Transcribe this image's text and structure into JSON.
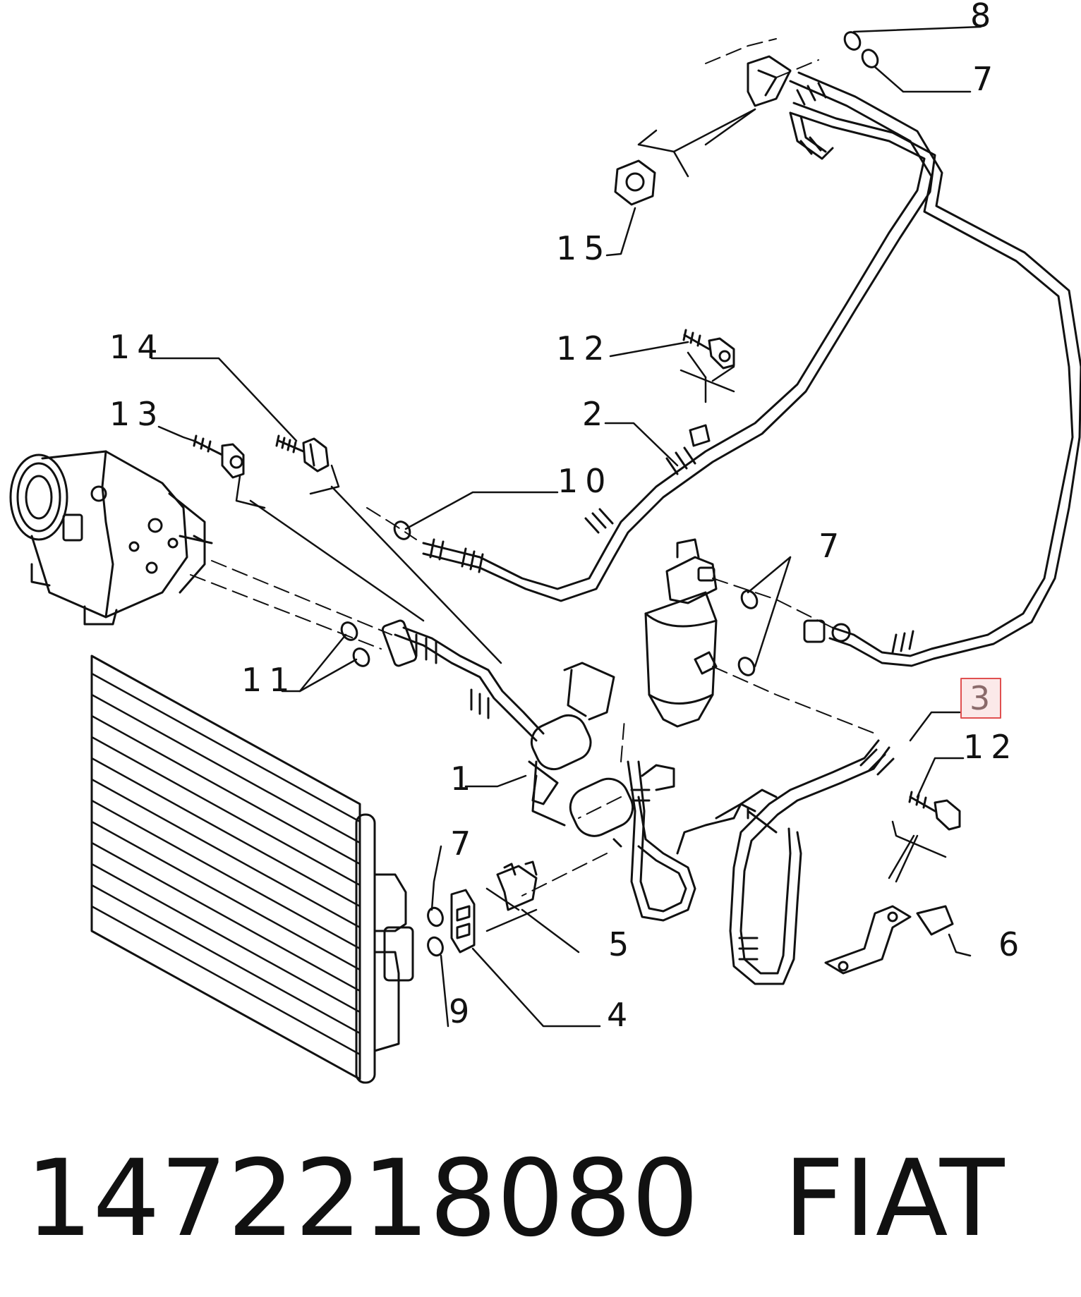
{
  "callouts": [
    {
      "id": "c8",
      "label": "8"
    },
    {
      "id": "c7a",
      "label": "7"
    },
    {
      "id": "c15",
      "label": "15"
    },
    {
      "id": "c14",
      "label": "14"
    },
    {
      "id": "c12a",
      "label": "12"
    },
    {
      "id": "c13",
      "label": "13"
    },
    {
      "id": "c2",
      "label": "2"
    },
    {
      "id": "c10",
      "label": "10"
    },
    {
      "id": "c7b",
      "label": "7"
    },
    {
      "id": "c11",
      "label": "11"
    },
    {
      "id": "c3",
      "label": "3",
      "highlighted": true
    },
    {
      "id": "c12b",
      "label": "12"
    },
    {
      "id": "c1",
      "label": "1"
    },
    {
      "id": "c7c",
      "label": "7"
    },
    {
      "id": "c5",
      "label": "5"
    },
    {
      "id": "c6",
      "label": "6"
    },
    {
      "id": "c9",
      "label": "9"
    },
    {
      "id": "c4",
      "label": "4"
    }
  ],
  "footer": {
    "part_number": "1472218080",
    "brand": "FIAT"
  },
  "colors": {
    "line": "#111111",
    "highlight_border": "#e05050",
    "highlight_fill": "#fbe9e9"
  }
}
